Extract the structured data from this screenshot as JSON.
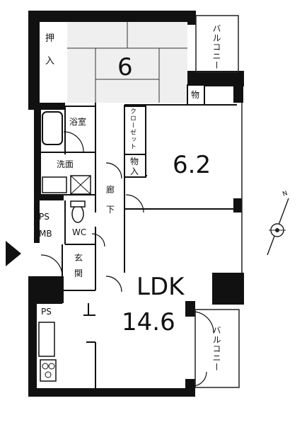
{
  "rooms": {
    "oshiire_1": "押",
    "oshiire_2": "入",
    "washitsu": "6",
    "western": "6.2",
    "ldk_name": "LDK",
    "ldk_size": "14.6",
    "bath": "浴室",
    "washroom": "洗面",
    "wc": "WC",
    "ps": "PS",
    "mb": "MB",
    "ps_kitchen": "PS",
    "genkan_1": "玄",
    "genkan_2": "関",
    "rouka_1": "廊",
    "rouka_2": "下",
    "closet": "クローゼット",
    "storage_small": "物",
    "storage_hall_1": "物",
    "storage_hall_2": "入",
    "balcony_top": "バルコニー",
    "balcony_bottom": "バルコニー"
  },
  "symbols": {
    "entrance_arrow": "entrance-arrow-icon",
    "compass": "compass-icon",
    "compass_mark": "N"
  }
}
